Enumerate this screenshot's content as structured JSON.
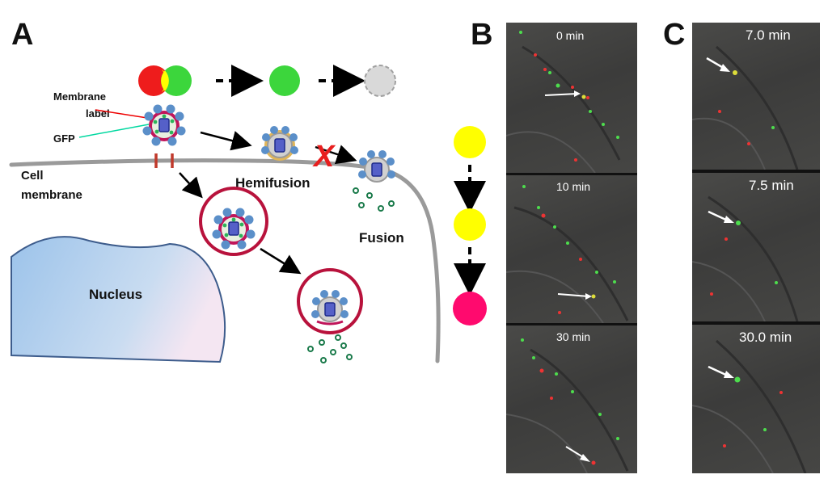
{
  "panels": {
    "a": "A",
    "b": "B",
    "c": "C"
  },
  "diagram": {
    "membrane_label": [
      "Membrane",
      "label"
    ],
    "gfp_label": "GFP",
    "cell_membrane_label": [
      "Cell",
      "membrane"
    ],
    "hemifusion_label": "Hemifusion",
    "fusion_label": "Fusion",
    "nucleus_label": "Nucleus",
    "blocked_mark": "X"
  },
  "colors": {
    "red": "#ee1c1c",
    "green": "#3cd63c",
    "yellow": "#ffff00",
    "magenta": "#ff0a6e",
    "grey": "#d9d9d9",
    "vesicle_ring": "#c0155a",
    "particle_blue": "#5b8fc9",
    "nucleus_blue": "#b8d4ef"
  },
  "legend_sequence": [
    "yellow",
    "yellow",
    "magenta"
  ],
  "panel_b": {
    "times": [
      "0 min",
      "10 min",
      "30 min"
    ]
  },
  "panel_c": {
    "times": [
      "7.0 min",
      "7.5 min",
      "30.0 min"
    ]
  }
}
